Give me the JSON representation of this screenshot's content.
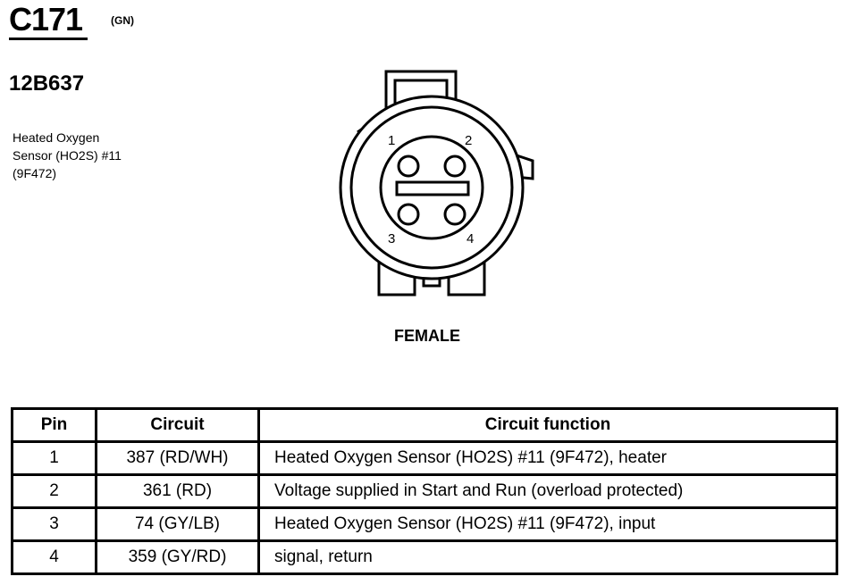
{
  "connector": {
    "id": "C171",
    "color_code": "(GN)",
    "part_number": "12B637",
    "description_lines": [
      "Heated Oxygen",
      "Sensor (HO2S) #11",
      "(9F472)"
    ],
    "gender": "FEMALE",
    "pin_numbers": [
      "1",
      "2",
      "3",
      "4"
    ]
  },
  "table": {
    "headers": [
      "Pin",
      "Circuit",
      "Circuit function"
    ],
    "rows": [
      {
        "pin": "1",
        "circuit": "387 (RD/WH)",
        "function": "Heated Oxygen Sensor (HO2S) #11 (9F472), heater"
      },
      {
        "pin": "2",
        "circuit": "361 (RD)",
        "function": "Voltage supplied in Start and Run (overload protected)"
      },
      {
        "pin": "3",
        "circuit": "74 (GY/LB)",
        "function": "Heated Oxygen Sensor (HO2S) #11 (9F472), input"
      },
      {
        "pin": "4",
        "circuit": "359 (GY/RD)",
        "function": "signal, return"
      }
    ]
  }
}
